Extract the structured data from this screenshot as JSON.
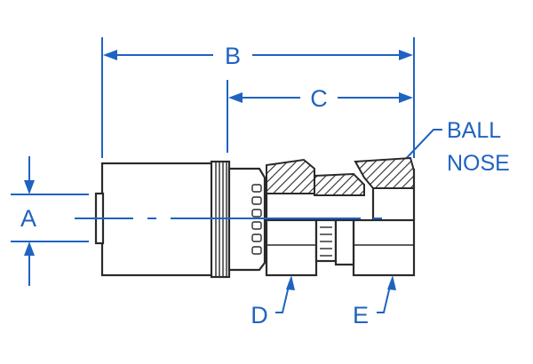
{
  "diagram": {
    "labels": {
      "a": "A",
      "b": "B",
      "c": "C",
      "d": "D",
      "e": "E",
      "ball_nose_line1": "BALL",
      "ball_nose_line2": "NOSE"
    },
    "colors": {
      "dimension": "#1f63c0",
      "outline": "#2a2a2a"
    }
  }
}
